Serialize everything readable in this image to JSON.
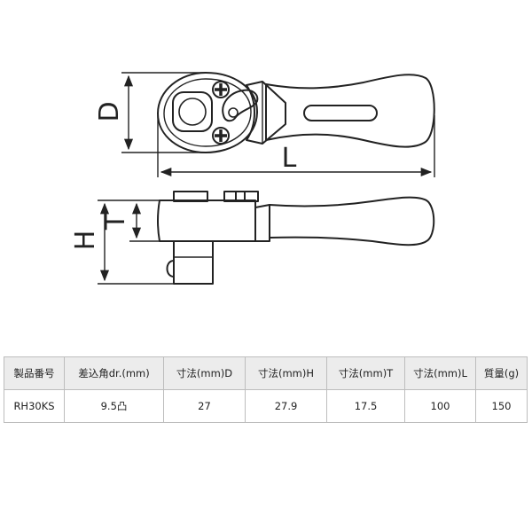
{
  "drawing": {
    "dimension_labels": {
      "d": "D",
      "l": "L",
      "h": "H",
      "t": "T"
    }
  },
  "spec_table": {
    "headers": [
      "製品番号",
      "差込角dr.(mm)",
      "寸法(mm)D",
      "寸法(mm)H",
      "寸法(mm)T",
      "寸法(mm)L",
      "質量(g)"
    ],
    "rows": [
      [
        "RH30KS",
        "9.5凸",
        "27",
        "27.9",
        "17.5",
        "100",
        "150"
      ]
    ]
  }
}
